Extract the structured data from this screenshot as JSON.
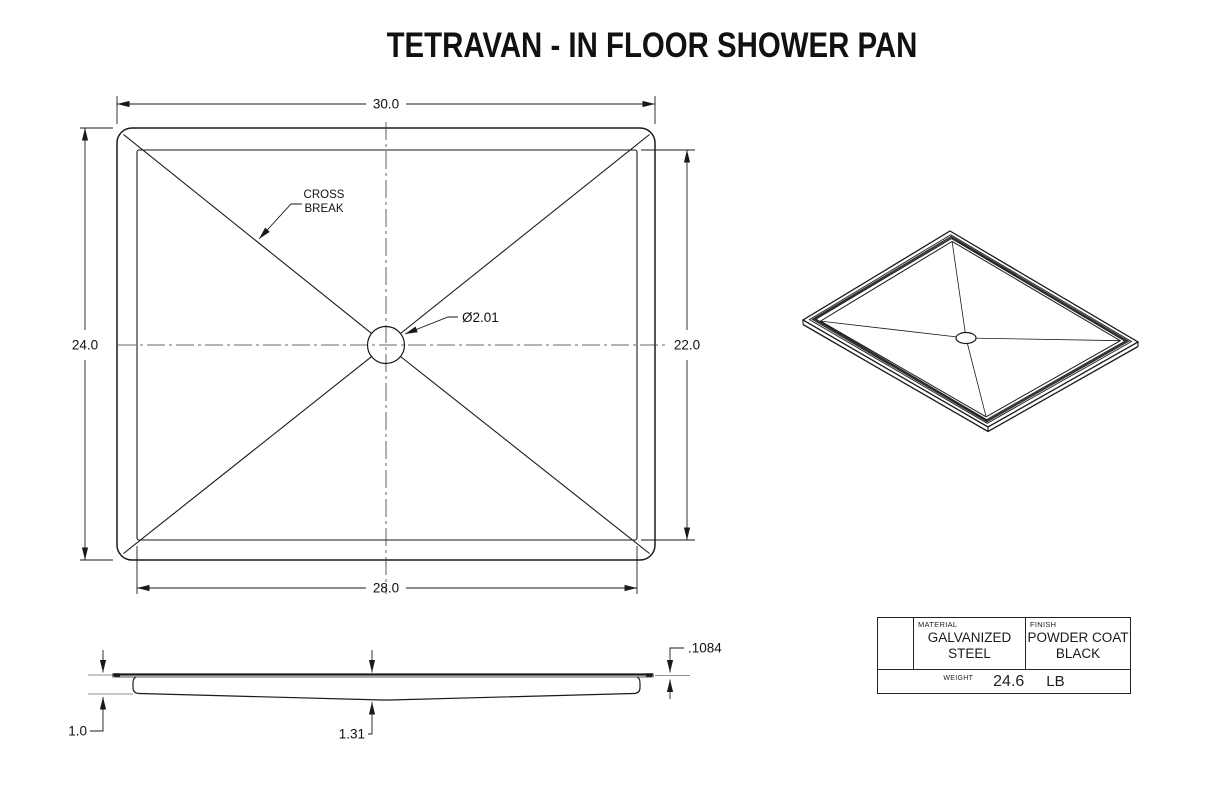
{
  "title": "TETRAVAN - IN FLOOR SHOWER PAN",
  "colors": {
    "line": "#1a1a1a",
    "extension_line": "#6b6b6b",
    "background": "#ffffff",
    "text": "#111111"
  },
  "top_view": {
    "dimensions": {
      "overall_width": "30.0",
      "overall_height": "24.0",
      "inner_height": "22.0",
      "inner_width": "28.0",
      "drain_diameter": "Ø2.01"
    },
    "labels": {
      "cross_break_line1": "CROSS",
      "cross_break_line2": "BREAK"
    }
  },
  "side_view": {
    "dimensions": {
      "edge_height": "1.0",
      "center_depth": "1.31",
      "material_thickness": ".1084"
    }
  },
  "spec_table": {
    "material": {
      "label": "MATERIAL",
      "value_line1": "GALVANIZED",
      "value_line2": "STEEL"
    },
    "finish": {
      "label": "FINISH",
      "value_line1": "POWDER COAT",
      "value_line2": "BLACK"
    },
    "weight": {
      "label": "WEIGHT",
      "value": "24.6",
      "unit": "LB"
    }
  }
}
